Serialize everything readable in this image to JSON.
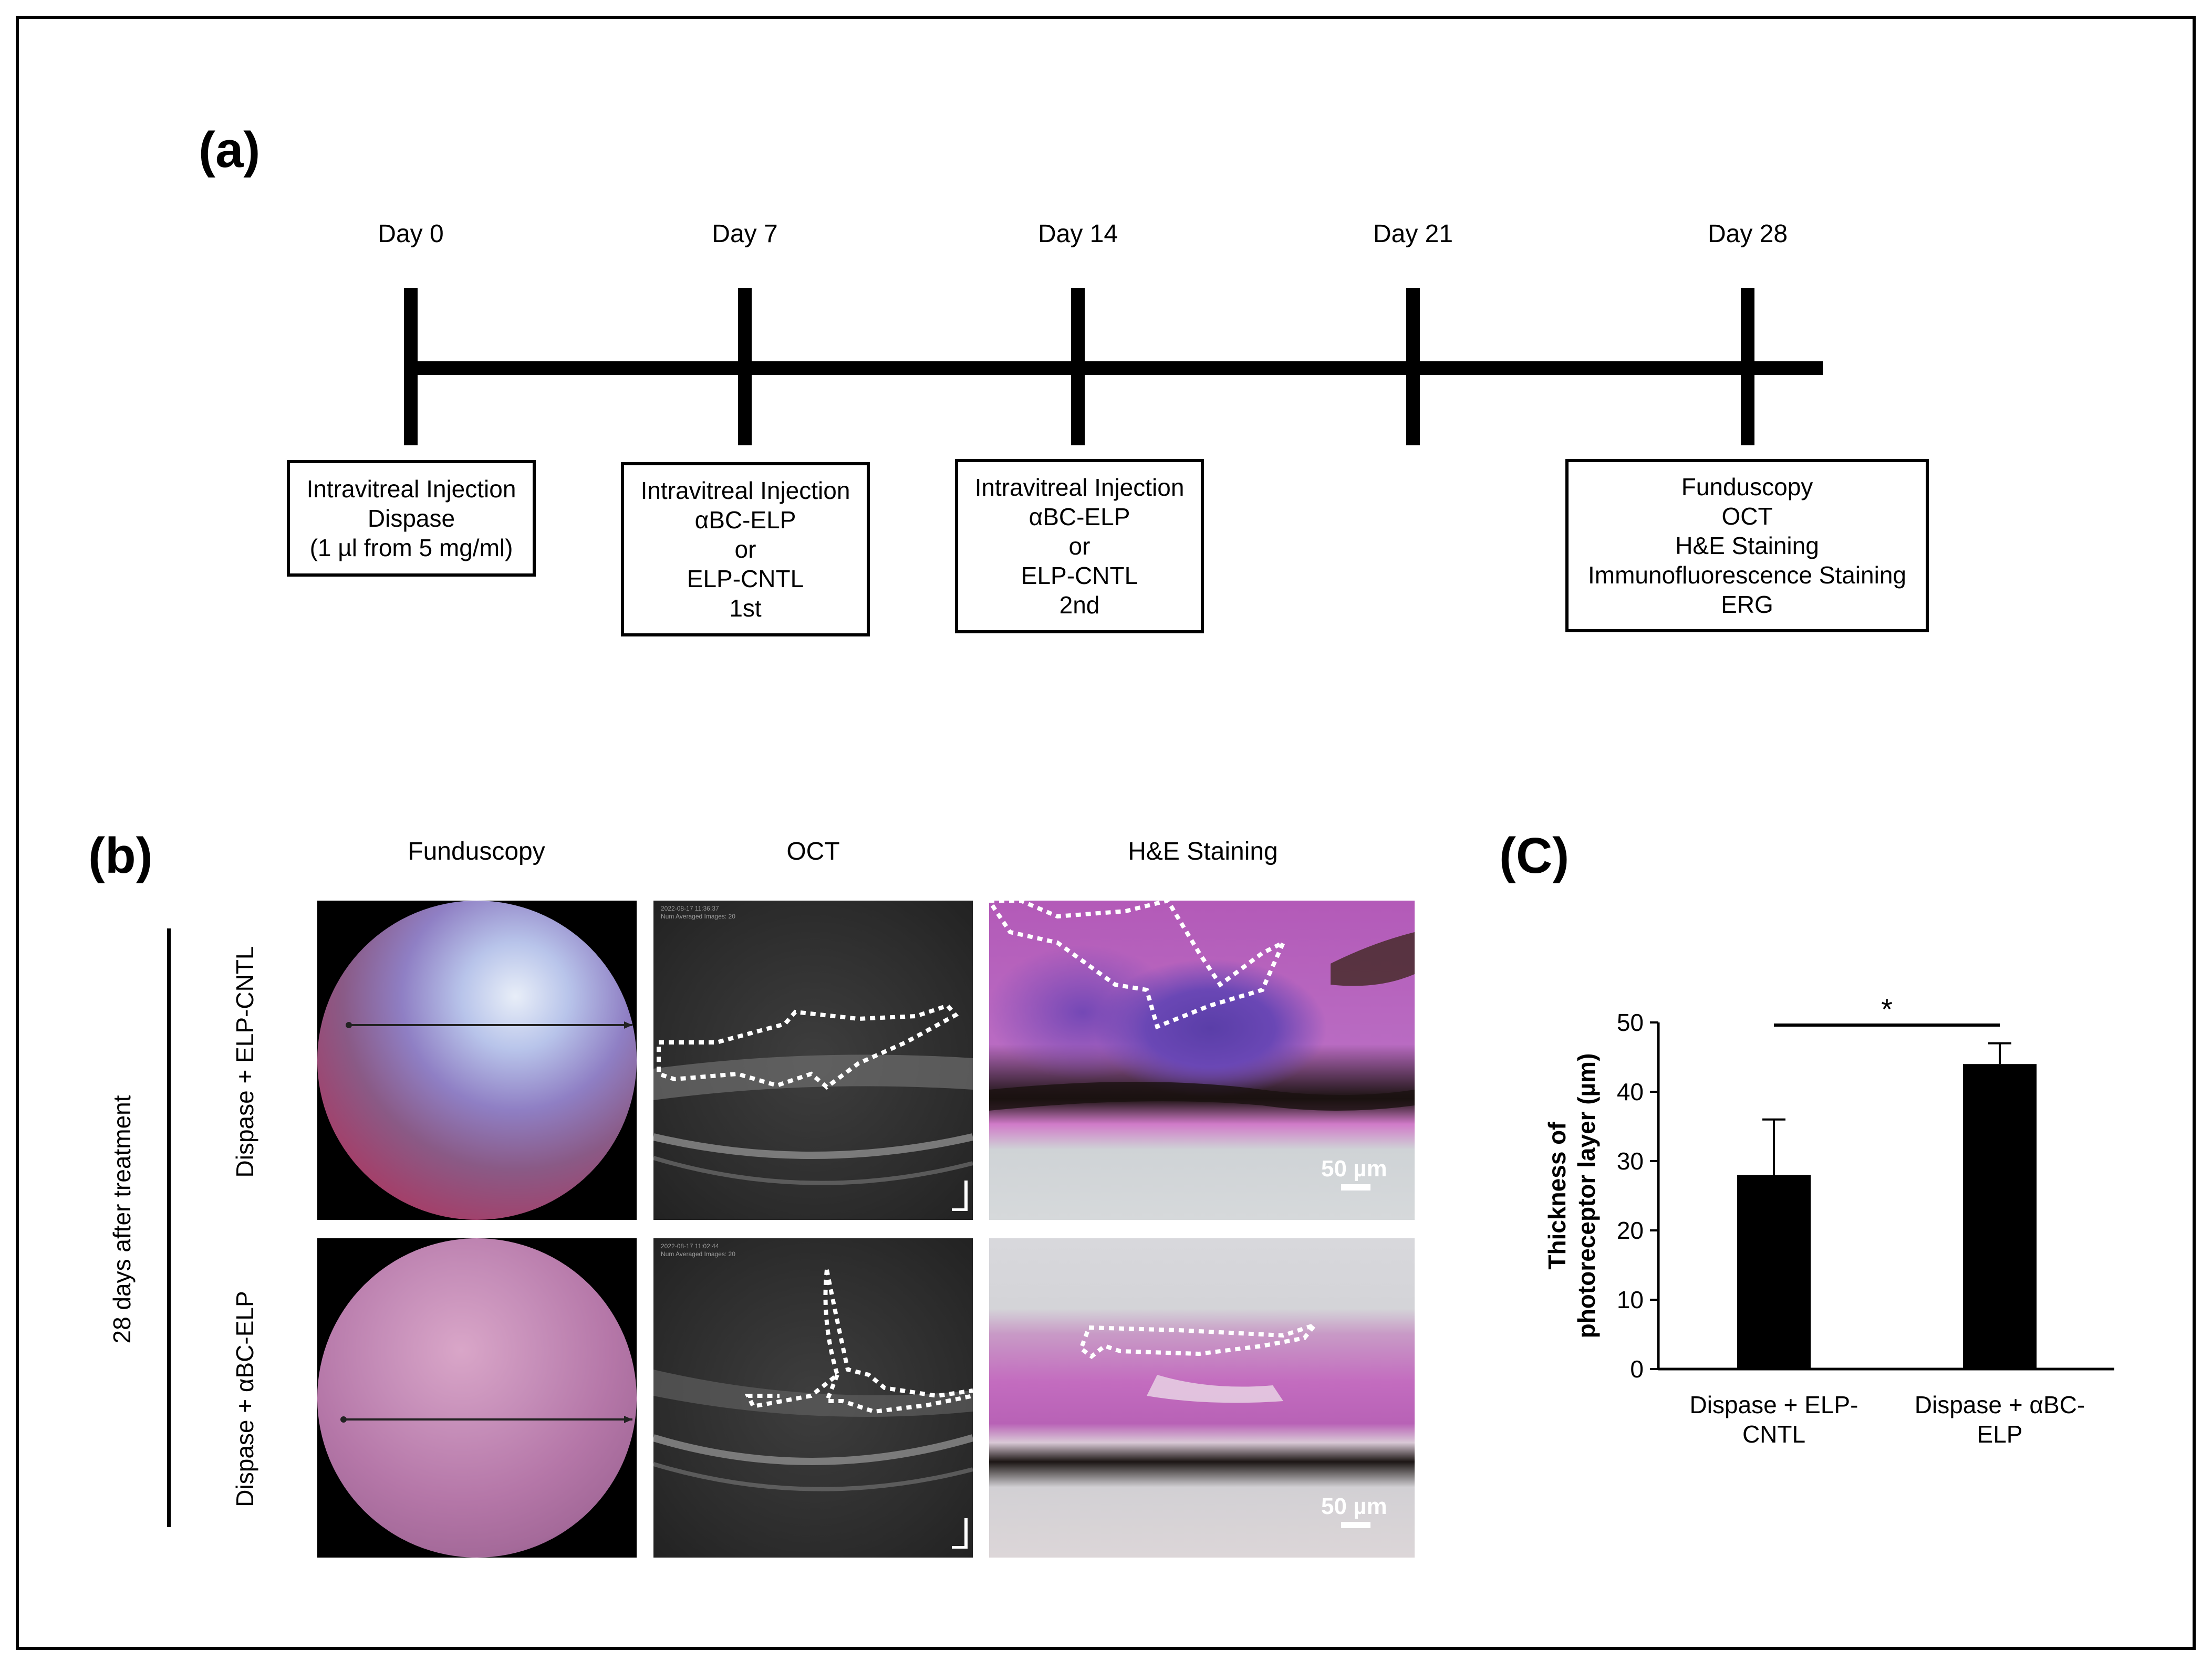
{
  "panels": {
    "a": "(a)",
    "b": "(b)",
    "c": "(C)"
  },
  "timeline": {
    "days": [
      "Day 0",
      "Day 7",
      "Day 14",
      "Day 21",
      "Day 28"
    ],
    "boxes": [
      {
        "lines": [
          "Intravitreal Injection",
          "Dispase",
          "(1 µl from 5 mg/ml)"
        ]
      },
      {
        "lines": [
          "Intravitreal Injection",
          "αBC-ELP",
          "or",
          "ELP-CNTL",
          "1st"
        ]
      },
      {
        "lines": [
          "Intravitreal Injection",
          "αBC-ELP",
          "or",
          "ELP-CNTL",
          "2nd"
        ]
      },
      {
        "lines": [
          "Funduscopy",
          "OCT",
          "H&E Staining",
          "Immunofluorescence Staining",
          "ERG"
        ]
      }
    ]
  },
  "imaging": {
    "columns": [
      "Funduscopy",
      "OCT",
      "H&E Staining"
    ],
    "group_label": "28 days after treatment",
    "rows": [
      "Dispase + ELP-CNTL",
      "Dispase + αBC-ELP"
    ],
    "scale_bar": "50 µm",
    "oct_stamps": [
      {
        "date": "2022-08-17 11:36:37",
        "avg": "Num Averaged Images: 20"
      },
      {
        "date": "2022-08-17 11:02:44",
        "avg": "Num Averaged Images: 20"
      }
    ]
  },
  "chart_data": {
    "type": "bar",
    "categories": [
      [
        "Dispase + ELP-",
        "CNTL"
      ],
      [
        "Dispase + αBC-",
        "ELP"
      ]
    ],
    "values": [
      28,
      44
    ],
    "errors": [
      8,
      3
    ],
    "ylabel": [
      "Thickness of",
      "photoreceptor layer (µm)"
    ],
    "ylim": [
      0,
      50
    ],
    "yticks": [
      0,
      10,
      20,
      30,
      40,
      50
    ],
    "significance": "*",
    "bar_color": "#000000"
  }
}
